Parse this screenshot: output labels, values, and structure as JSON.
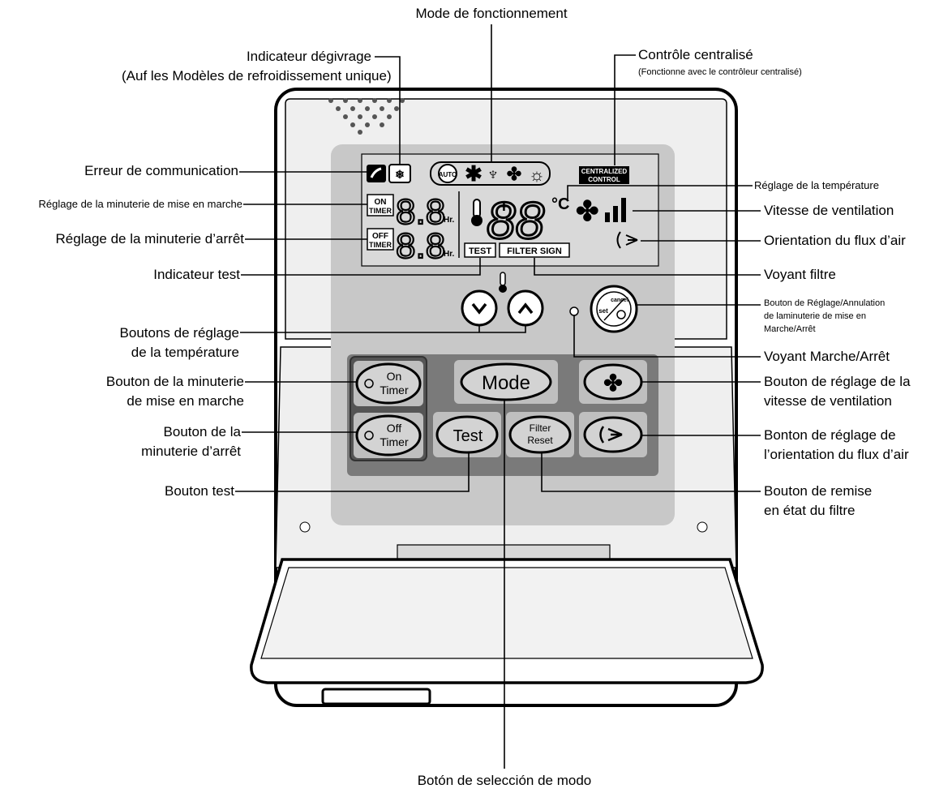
{
  "callouts": {
    "mode_operation": "Mode de fonctionnement",
    "defrost_line1": "Indicateur dégivrage",
    "defrost_line2": "(Auf les Modèles de refroidissement unique)",
    "central_line1": "Contrôle centralisé",
    "central_line2": "(Fonctionne avec le contrôleur centralisé)",
    "comm_error": "Erreur de communication",
    "on_timer_setting": "Réglage de la minuterie de mise en marche",
    "off_timer_setting": "Réglage de la minuterie d’arrêt",
    "test_indicator": "Indicateur test",
    "temp_buttons_line1": "Boutons de réglage",
    "temp_buttons_line2": "de la température",
    "on_timer_btn_line1": "Bouton de la minuterie",
    "on_timer_btn_line2": "de mise en marche",
    "off_timer_btn_line1": "Bouton de la",
    "off_timer_btn_line2": "minuterie d’arrêt",
    "test_btn": "Bouton test",
    "temp_setting": "Réglage de la température",
    "fan_speed": "Vitesse de ventilation",
    "airflow": "Orientation du flux d’air",
    "filter_lamp": "Voyant filtre",
    "set_cancel_line1": "Bouton de Réglage/Annulation",
    "set_cancel_line2": "de laminuterie de mise en",
    "set_cancel_line3": "Marche/Arrêt",
    "power_lamp": "Voyant Marche/Arrêt",
    "fan_btn_line1": "Bouton de réglage de la",
    "fan_btn_line2": "vitesse de ventilation",
    "airflow_btn_line1": "Bonton de réglage de",
    "airflow_btn_line2": "l’orientation du flux d’air",
    "filter_reset_line1": "Bouton de remise",
    "filter_reset_line2": "en état du filtre",
    "mode_select": "Botón de selección de modo"
  },
  "display": {
    "auto": "AUTO",
    "centralized_line1": "CENTRALIZED",
    "centralized_line2": "CONTROL",
    "on_label1": "ON",
    "on_label2": "TIMER",
    "off_label1": "OFF",
    "off_label2": "TIMER",
    "timer_digits": "8.8",
    "hr": "Hr.",
    "temp_digits": "88",
    "plus": "+",
    "celsius": "°C",
    "test": "TEST",
    "filter_sign": "FILTER SIGN"
  },
  "buttons": {
    "on_timer_line1": "On",
    "on_timer_line2": "Timer",
    "off_timer_line1": "Off",
    "off_timer_line2": "Timer",
    "mode": "Mode",
    "test": "Test",
    "filter_line1": "Filter",
    "filter_line2": "Reset",
    "set_label": "set",
    "cancel_label": "cancel"
  },
  "colors": {
    "lcd_panel": "#c8c8c8",
    "lcd_screen": "#d9d9d9",
    "button_panel": "#7a7a7a",
    "button_face": "#d3d3d3",
    "outline": "#000000"
  }
}
